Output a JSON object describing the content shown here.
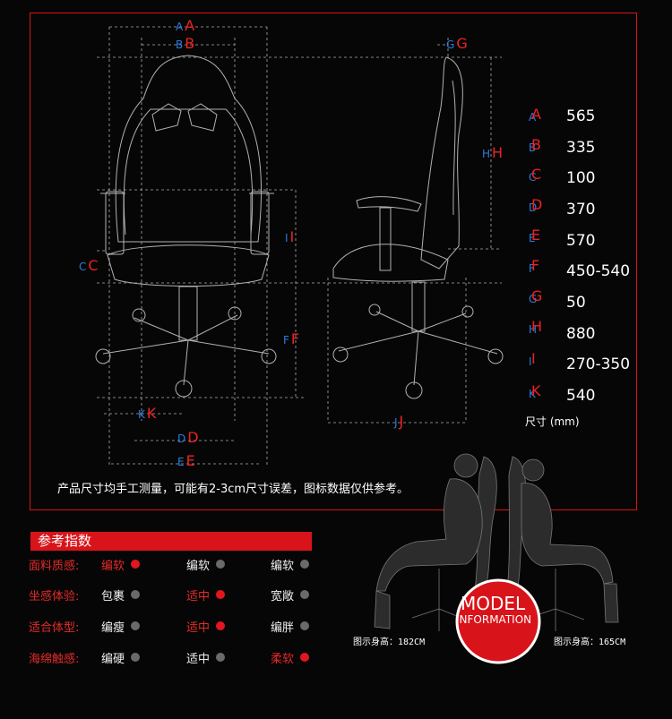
{
  "dim_labels": {
    "A": "A",
    "B": "B",
    "C": "C",
    "D": "D",
    "E": "E",
    "F": "F",
    "G": "G",
    "H": "H",
    "I": "I",
    "J": "J",
    "K": "K"
  },
  "specs": [
    {
      "key": "A",
      "value": "565"
    },
    {
      "key": "B",
      "value": "335"
    },
    {
      "key": "C",
      "value": "100"
    },
    {
      "key": "D",
      "value": "370"
    },
    {
      "key": "E",
      "value": "570"
    },
    {
      "key": "F",
      "value": "450-540"
    },
    {
      "key": "G",
      "value": "50"
    },
    {
      "key": "H",
      "value": "880"
    },
    {
      "key": "I",
      "value": "270-350"
    },
    {
      "key": "K",
      "value": "540"
    }
  ],
  "unit_label": "尺寸 (mm)",
  "note": "产品尺寸均手工测量，可能有2-3cm尺寸误差，图标数据仅供参考。",
  "reference": {
    "title": "参考指数",
    "rows": [
      {
        "label": "面料质感:",
        "options": [
          "编软",
          "编软",
          "编软"
        ],
        "selected": 0
      },
      {
        "label": "坐感体验:",
        "options": [
          "包裹",
          "适中",
          "宽敞"
        ],
        "selected": 1
      },
      {
        "label": "适合体型:",
        "options": [
          "编瘦",
          "适中",
          "编胖"
        ],
        "selected": 1
      },
      {
        "label": "海绵触感:",
        "options": [
          "编硬",
          "适中",
          "柔软"
        ],
        "selected": 2
      }
    ]
  },
  "model": {
    "line1": "MODEL",
    "line2": "INFORMATION",
    "caption_left": "图示身高：182CM",
    "caption_right": "图示身高：165CM"
  },
  "colors": {
    "accent": "#d8141a",
    "label_blue": "#2a7de1",
    "dot_off": "#6a6a6a"
  }
}
